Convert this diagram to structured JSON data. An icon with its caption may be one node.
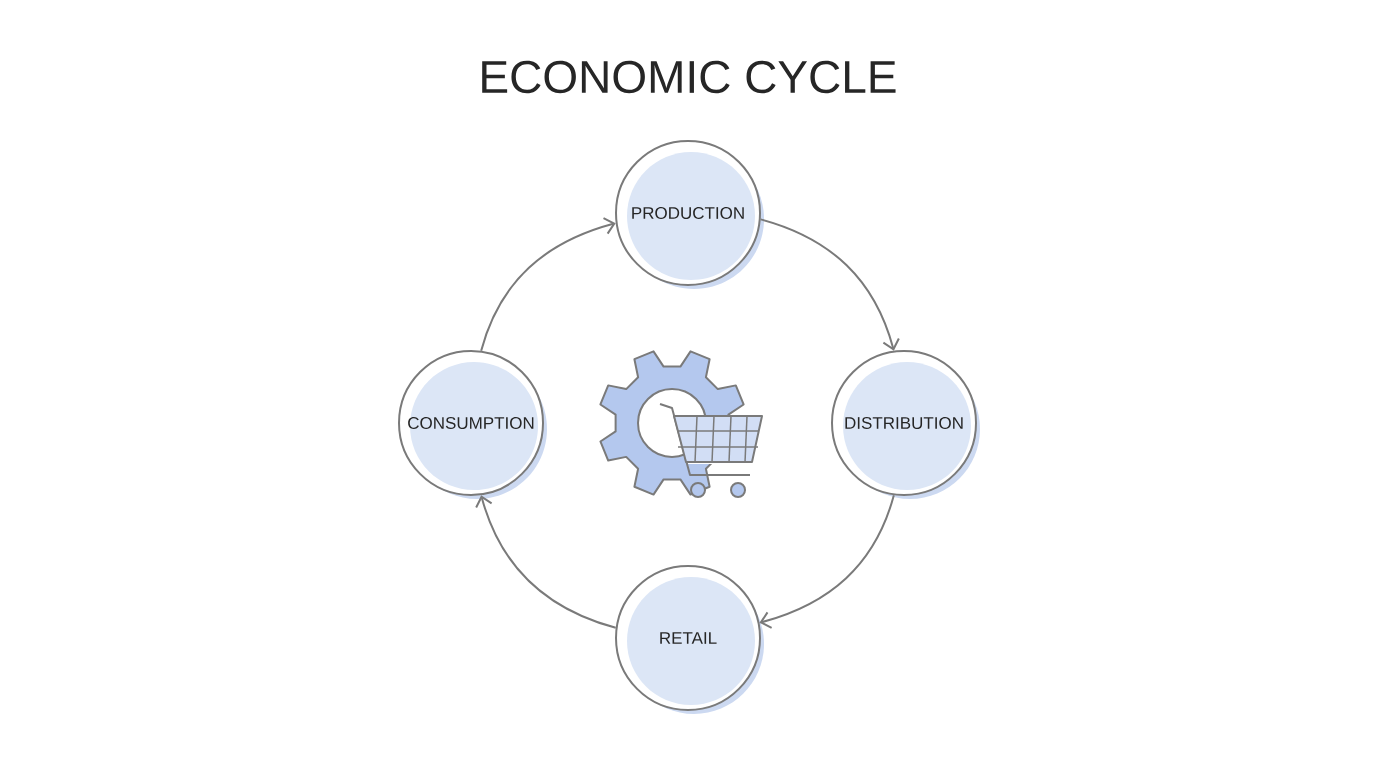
{
  "diagram": {
    "title": "ECONOMIC CYCLE",
    "nodes": [
      {
        "text": [
          "PRODUCTION"
        ]
      },
      {
        "text": [
          "DISTRIBUTION"
        ]
      },
      {
        "text": [
          "RETAIL"
        ]
      },
      {
        "text": [
          "CONSUMPTION"
        ]
      }
    ],
    "edges": [
      {
        "from": 0,
        "to": 1,
        "arrow": "to"
      },
      {
        "from": 1,
        "to": 2,
        "arrow": "to"
      },
      {
        "from": 2,
        "to": 3,
        "arrow": "to"
      },
      {
        "from": 3,
        "to": 0,
        "arrow": "to"
      }
    ]
  }
}
